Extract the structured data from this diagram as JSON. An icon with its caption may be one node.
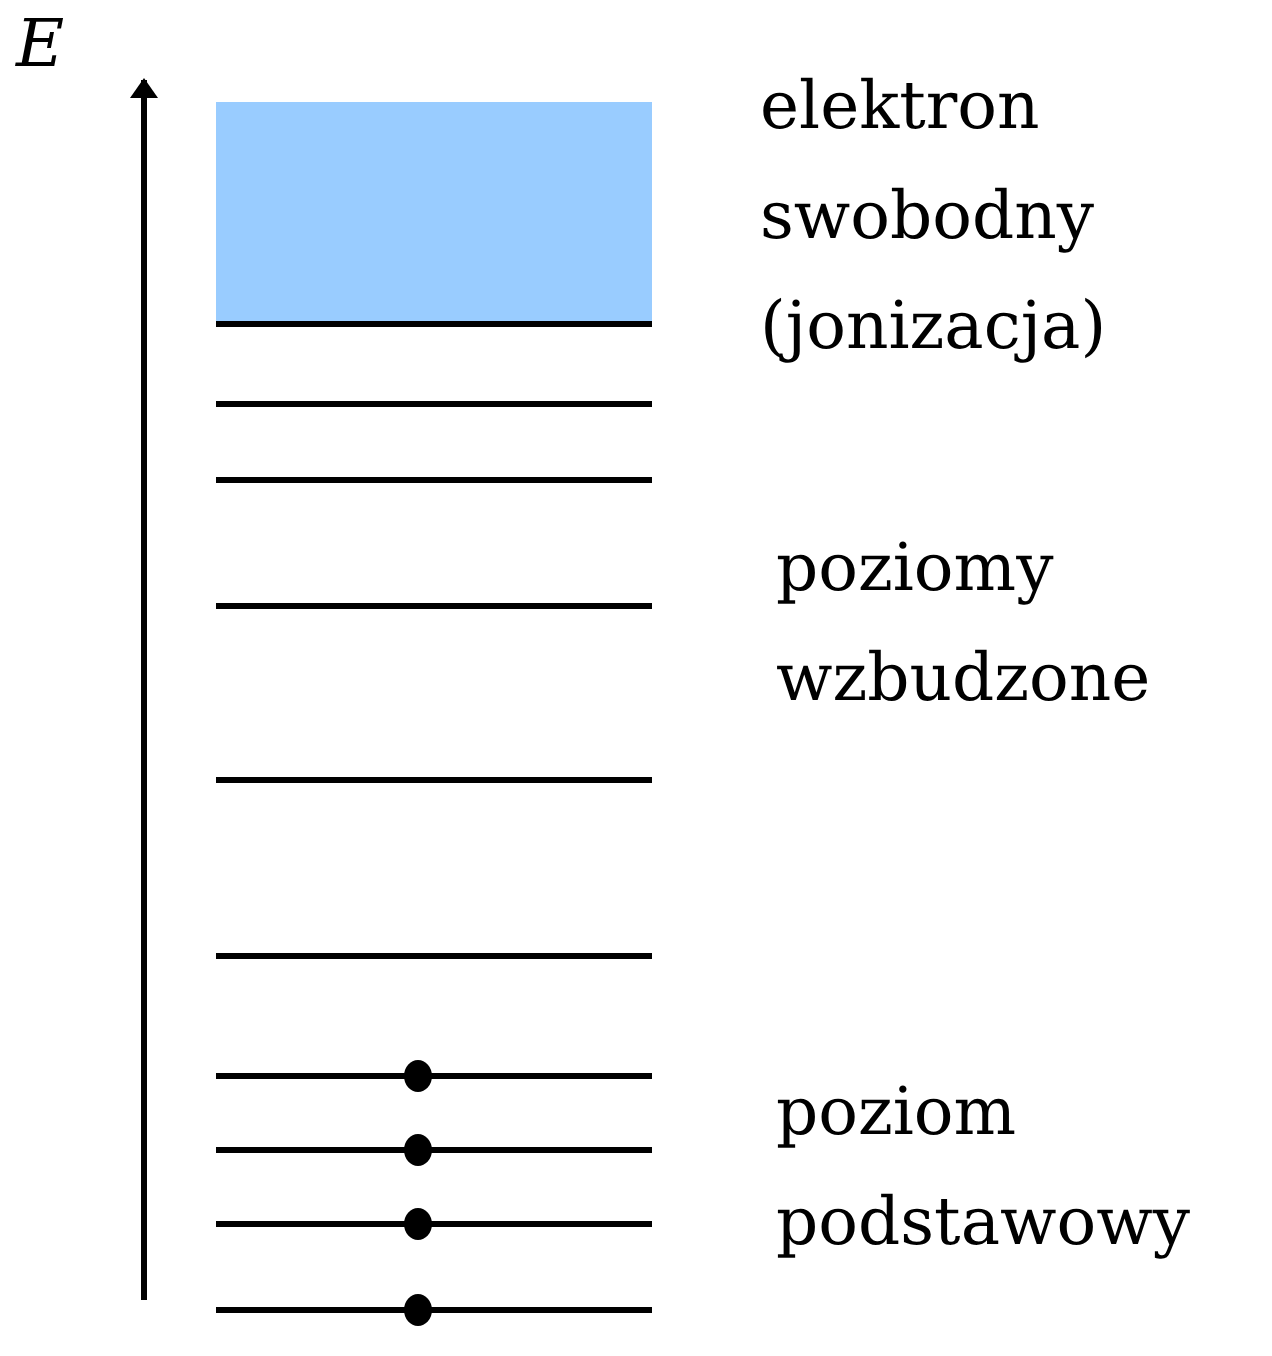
{
  "diagram": {
    "labels": [
      "E",
      "elektron swobodny (jonizacja)",
      "poziomy wzbudzone",
      "poziom podstawowy"
    ]
  }
}
